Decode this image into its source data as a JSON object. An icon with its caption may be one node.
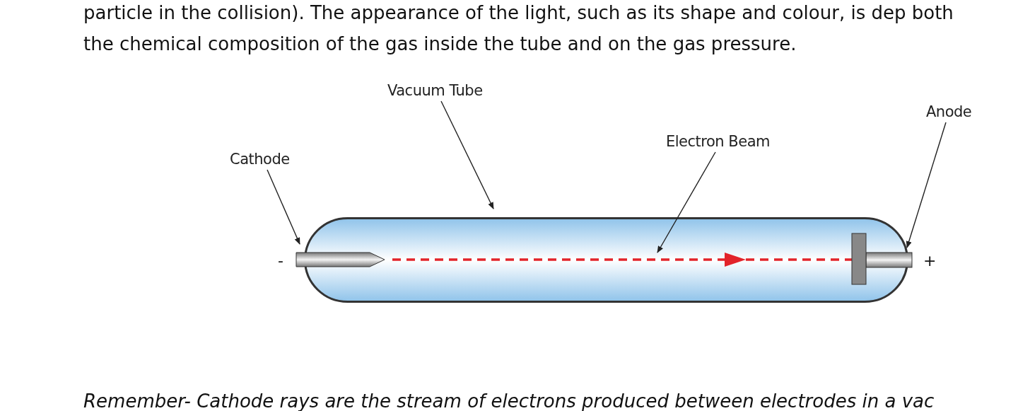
{
  "diagram": {
    "nodes": [
      {
        "text": [
          "Vacuum Tube"
        ]
      },
      {
        "text": [
          "Anode"
        ]
      },
      {
        "text": [
          "Electron Beam"
        ]
      },
      {
        "text": [
          "Cathode"
        ]
      },
      {
        "text": [],
        "shape": "picture"
      },
      {
        "text": [],
        "shape": "picture",
        "beside": [
          "+"
        ]
      },
      {
        "text": [],
        "shape": "picture",
        "in": 4
      },
      {
        "text": [],
        "shape": "picture",
        "beside": [
          "-"
        ]
      }
    ],
    "edges": [
      {
        "from": 0,
        "to": 4,
        "arrow": "to"
      },
      {
        "from": 1,
        "to": 5,
        "arrow": "to"
      },
      {
        "from": 2,
        "to": 6,
        "arrow": "to"
      },
      {
        "from": 3,
        "to": 7,
        "arrow": "to"
      }
    ],
    "labels": [
      "particle in the collision). The appearance of the light, such as its shape and colour, is dep both the chemical composition of the gas inside the tube and on the gas pressure.",
      "Remember- Cathode rays are the stream of electrons produced between electrodes in a vac"
    ]
  }
}
